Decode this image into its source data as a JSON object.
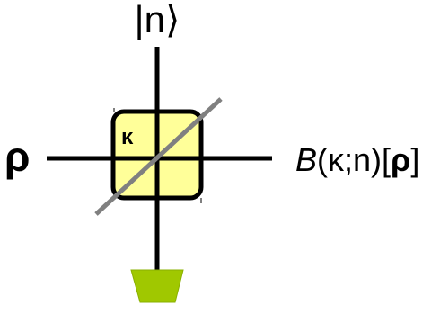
{
  "diagram": {
    "top_label": "|n⟩",
    "left_label": "ρ",
    "right_label": {
      "b_italic": "B",
      "args": "(κ;n)[",
      "rho_bold": "ρ",
      "close": "]"
    },
    "box_label": "κ"
  },
  "colors": {
    "box_fill": "#ffff99",
    "box_stroke": "#000000",
    "beam_splitter": "#808080",
    "detector_fill": "#a0c800",
    "wire": "#000000"
  }
}
